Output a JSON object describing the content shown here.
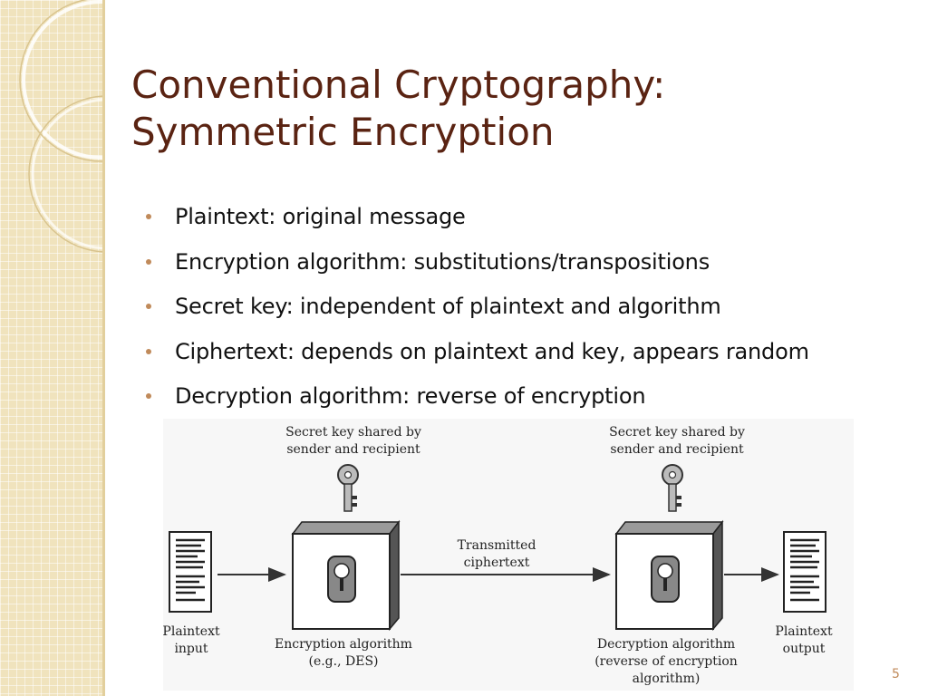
{
  "title": {
    "line1": "Conventional Cryptography:",
    "line2": "Symmetric Encryption"
  },
  "bullets": [
    "Plaintext: original message",
    "Encryption algorithm: substitutions/transpositions",
    "Secret key: independent of plaintext and algorithm",
    "Ciphertext: depends on plaintext and key, appears random",
    "Decryption algorithm: reverse of encryption"
  ],
  "diagram": {
    "key_label_left": [
      "Secret key shared by",
      "sender and recipient"
    ],
    "key_label_right": [
      "Secret key shared by",
      "sender and recipient"
    ],
    "plaintext_input": [
      "Plaintext",
      "input"
    ],
    "encryption_algorithm": [
      "Encryption algorithm",
      "(e.g., DES)"
    ],
    "transmitted": [
      "Transmitted",
      "ciphertext"
    ],
    "decryption_algorithm": [
      "Decryption algorithm",
      "(reverse of encryption",
      "algorithm)"
    ],
    "plaintext_output": [
      "Plaintext",
      "output"
    ]
  },
  "page_number": "5",
  "colors": {
    "title": "#5a2312",
    "band": "#f0e3bd",
    "bullet": "#c08a5a"
  }
}
